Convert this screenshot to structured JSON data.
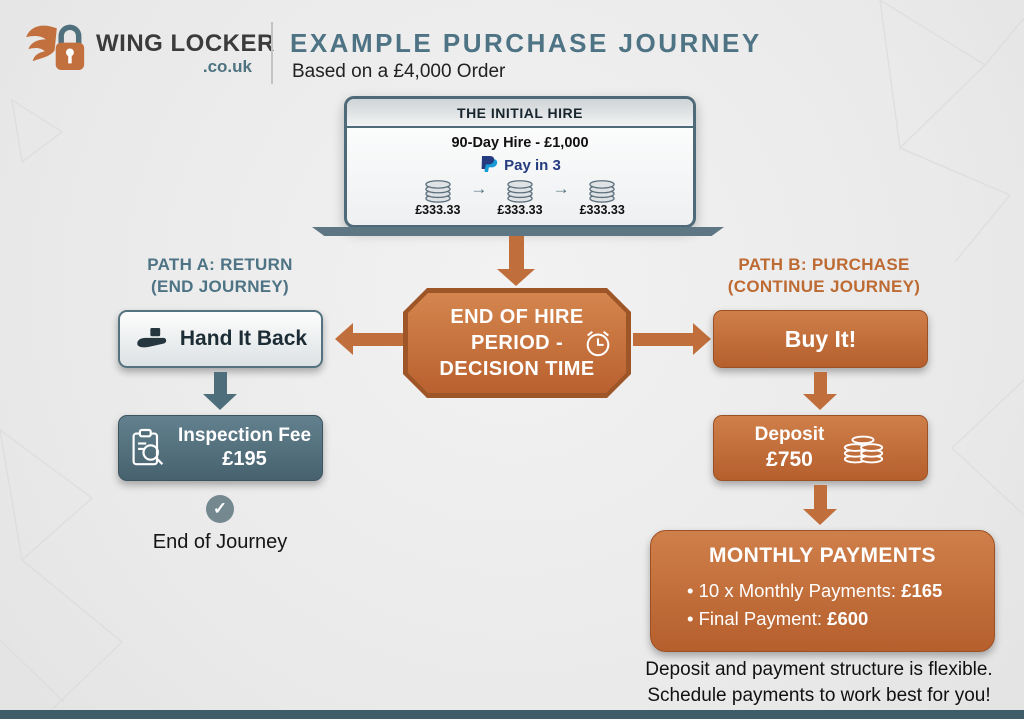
{
  "brand": {
    "name": "WING LOCKER",
    "tld": ".co.uk"
  },
  "header": {
    "title": "EXAMPLE PURCHASE JOURNEY",
    "subtitle": "Based on a £4,000 Order"
  },
  "initial_hire": {
    "title": "THE INITIAL HIRE",
    "hire_line": "90-Day Hire - £1,000",
    "paypal_label": "Pay in 3",
    "payments": [
      "£333.33",
      "£333.33",
      "£333.33"
    ]
  },
  "decision": {
    "line1": "END OF HIRE",
    "line2": "PERIOD -",
    "line3": "DECISION TIME"
  },
  "path_a": {
    "heading_line1": "PATH A: RETURN",
    "heading_line2": "(END JOURNEY)",
    "hand_it_back": "Hand It Back",
    "inspection_fee_label": "Inspection Fee",
    "inspection_fee_value": "£195",
    "end_of_journey": "End of Journey"
  },
  "path_b": {
    "heading_line1": "PATH B: PURCHASE",
    "heading_line2": "(CONTINUE JOURNEY)",
    "buy_it": "Buy It!",
    "deposit_label": "Deposit",
    "deposit_value": "£750",
    "monthly": {
      "title": "MONTHLY PAYMENTS",
      "item1_text": "• 10 x Monthly Payments: ",
      "item1_value": "£165",
      "item2_text": "• Final Payment: ",
      "item2_value": "£600"
    },
    "footnote_line1": "Deposit and payment structure is flexible.",
    "footnote_line2": "Schedule payments to work best for you!"
  },
  "icons": {
    "flow_arrow": "→",
    "check": "✓"
  },
  "colors": {
    "orange": "#c06f3c",
    "slate": "#4e6b78",
    "paypal_blue": "#253b80"
  }
}
